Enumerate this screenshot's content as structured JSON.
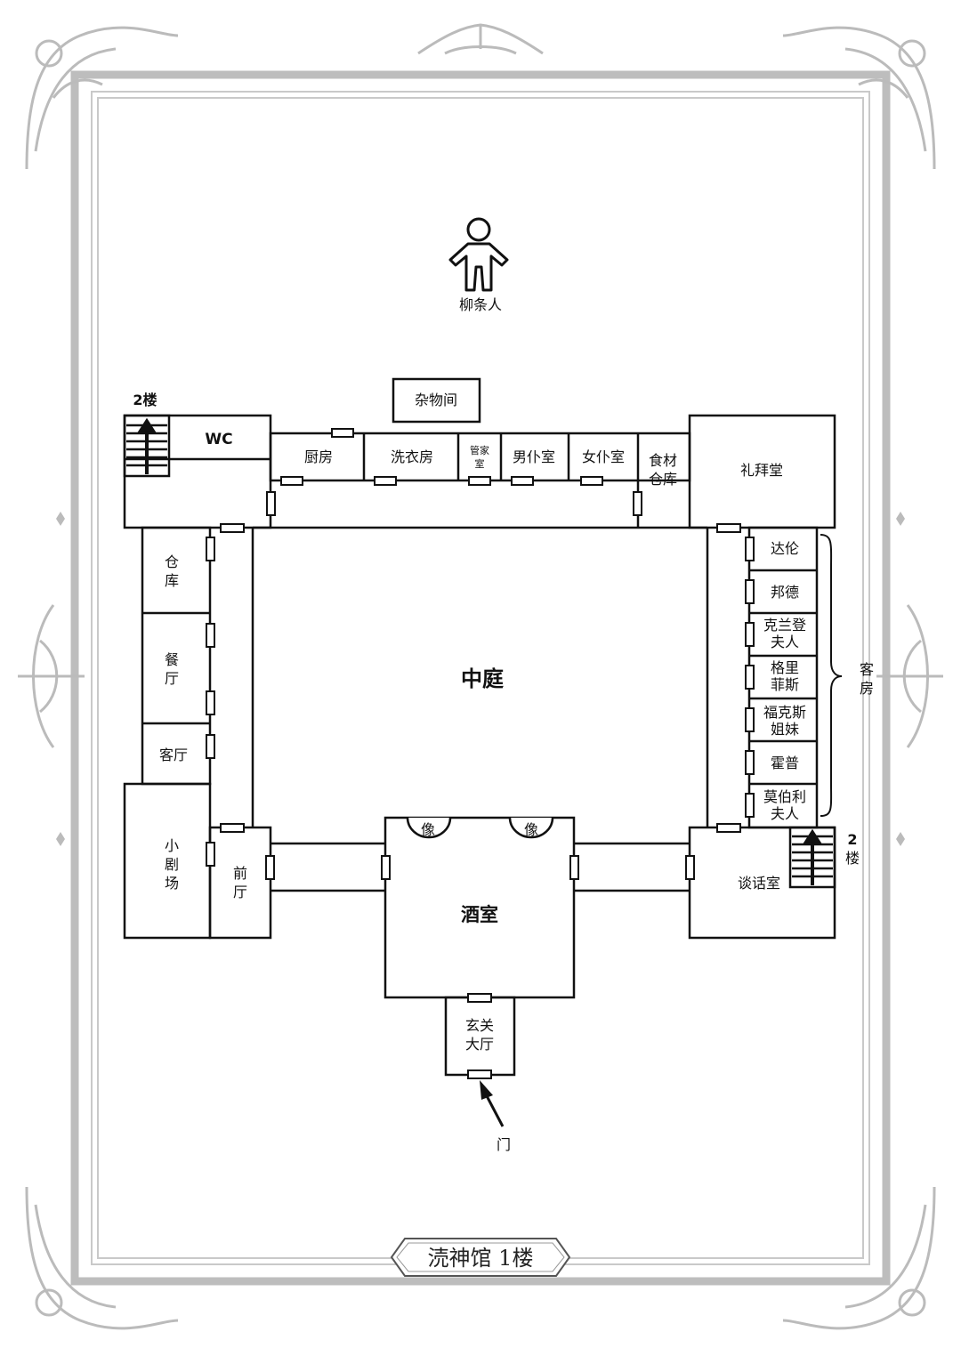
{
  "title": "涜神馆 1楼",
  "courtyard": "中庭",
  "stickman": "柳条人",
  "rooms": {
    "storage_small": "杂物间",
    "wc": "WC",
    "kitchen": "厨房",
    "laundry": "洗衣房",
    "butler_1": "管家",
    "butler_2": "室",
    "manservant": "男仆室",
    "maid": "女仆室",
    "food_storage_1": "食材",
    "food_storage_2": "仓库",
    "chapel": "礼拜堂",
    "warehouse_1": "仓",
    "warehouse_2": "库",
    "dining_1": "餐",
    "dining_2": "厅",
    "living": "客厅",
    "theater_1": "小",
    "theater_2": "剧",
    "theater_3": "场",
    "front_1": "前",
    "front_2": "厅",
    "bar": "酒室",
    "portrait_left": "像",
    "portrait_right": "像",
    "entrance_1": "玄关",
    "entrance_2": "大厅",
    "talk": "谈话室",
    "guest_dalun": "达伦",
    "guest_bangde": "邦德",
    "guest_clayton_1": "克兰登",
    "guest_clayton_2": "夫人",
    "guest_griffith_1": "格里",
    "guest_griffith_2": "菲斯",
    "guest_fox_1": "福克斯",
    "guest_fox_2": "姐妹",
    "guest_hope": "霍普",
    "guest_moberly_1": "莫伯利",
    "guest_moberly_2": "夫人"
  },
  "labels": {
    "guest_rooms_1": "客",
    "guest_rooms_2": "房",
    "stairs_left": "2楼",
    "stairs_right_1": "2",
    "stairs_right_2": "楼",
    "door": "门"
  },
  "colors": {
    "line": "#111111",
    "frame": "#bdbdbd",
    "background": "#ffffff"
  }
}
